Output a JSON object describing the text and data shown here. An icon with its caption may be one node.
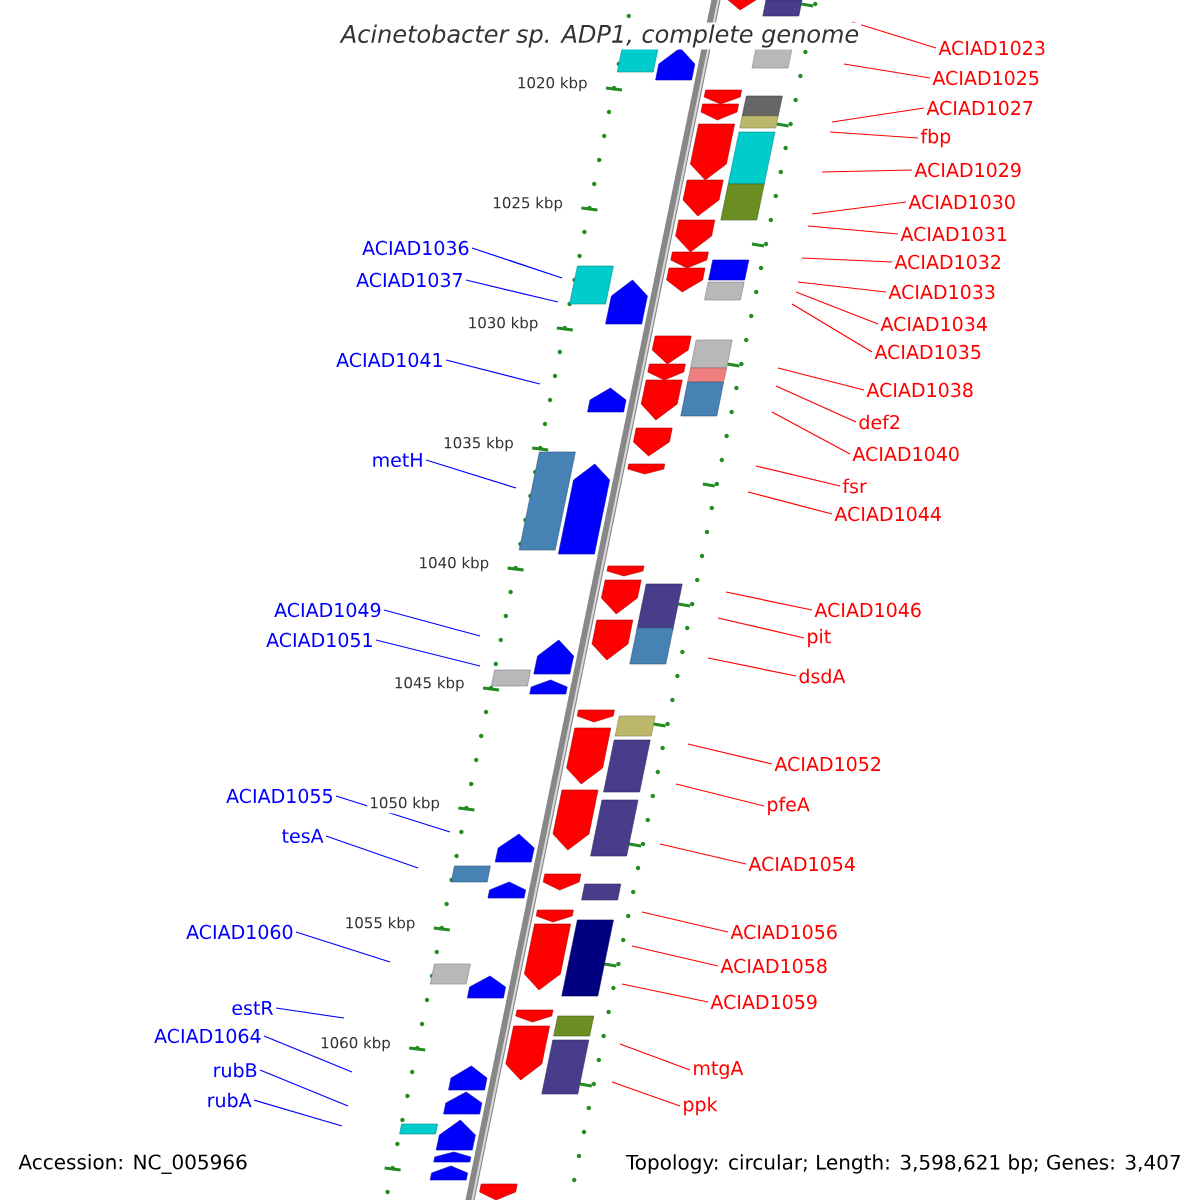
{
  "diagram": {
    "title": "Acinetobacter sp. ADP1, complete genome",
    "nodes": [
      {
        "text": [
          "ACIAD1023"
        ]
      },
      {
        "text": [
          "ACIAD1025"
        ]
      },
      {
        "text": [
          "ACIAD1027"
        ]
      },
      {
        "text": [
          "fbp"
        ]
      },
      {
        "text": [
          "ACIAD1029"
        ]
      },
      {
        "text": [
          "ACIAD1030"
        ]
      },
      {
        "text": [
          "ACIAD1031"
        ]
      },
      {
        "text": [
          "ACIAD1036"
        ]
      },
      {
        "text": [
          "ACIAD1032"
        ]
      },
      {
        "text": [
          "ACIAD1037"
        ]
      },
      {
        "text": [
          "ACIAD1033"
        ]
      },
      {
        "text": [
          "ACIAD1034"
        ]
      },
      {
        "text": [
          "ACIAD1035"
        ]
      },
      {
        "text": [
          "ACIAD1041"
        ]
      },
      {
        "text": [
          "ACIAD1038"
        ]
      },
      {
        "text": [
          "def2"
        ]
      },
      {
        "text": [
          "ACIAD1040"
        ]
      },
      {
        "text": [
          "metH"
        ]
      },
      {
        "text": [
          "fsr"
        ]
      },
      {
        "text": [
          "ACIAD1044"
        ]
      },
      {
        "text": [
          "ACIAD1046"
        ]
      },
      {
        "text": [
          "ACIAD1049"
        ]
      },
      {
        "text": [
          "pit"
        ]
      },
      {
        "text": [
          "ACIAD1051"
        ]
      },
      {
        "text": [
          "dsdA"
        ]
      },
      {
        "text": [
          "ACIAD1052"
        ]
      },
      {
        "text": [
          "ACIAD1055"
        ]
      },
      {
        "text": [
          "pfeA"
        ]
      },
      {
        "text": [
          "tesA"
        ]
      },
      {
        "text": [
          "ACIAD1054"
        ]
      },
      {
        "text": [
          "ACIAD1060"
        ]
      },
      {
        "text": [
          "ACIAD1056"
        ]
      },
      {
        "text": [
          "ACIAD1058"
        ]
      },
      {
        "text": [
          "ACIAD1059"
        ]
      },
      {
        "text": [
          "estR"
        ]
      },
      {
        "text": [
          "ACIAD1064"
        ]
      },
      {
        "text": [
          "mtgA"
        ]
      },
      {
        "text": [
          "rubB"
        ]
      },
      {
        "text": [
          "rubA"
        ]
      },
      {
        "text": [
          "ppk"
        ]
      }
    ],
    "edges": [
      {
        "from": 0,
        "to": null,
        "arrow": "none"
      },
      {
        "from": 1,
        "to": null,
        "arrow": "none"
      },
      {
        "from": 2,
        "to": null,
        "arrow": "none"
      },
      {
        "from": 3,
        "to": null,
        "arrow": "none"
      },
      {
        "from": 4,
        "to": null,
        "arrow": "none"
      },
      {
        "from": 5,
        "to": null,
        "arrow": "none"
      },
      {
        "from": 6,
        "to": null,
        "arrow": "none"
      },
      {
        "from": 7,
        "to": null,
        "arrow": "none",
        "color": "#0000ff"
      },
      {
        "from": 8,
        "to": null,
        "arrow": "none"
      },
      {
        "from": 9,
        "to": null,
        "arrow": "none",
        "color": "#0000ff"
      },
      {
        "from": 10,
        "to": null,
        "arrow": "none"
      },
      {
        "from": 11,
        "to": null,
        "arrow": "none"
      },
      {
        "from": 12,
        "to": null,
        "arrow": "none"
      },
      {
        "from": 13,
        "to": null,
        "arrow": "none",
        "color": "#0000ff"
      },
      {
        "from": 14,
        "to": null,
        "arrow": "none"
      },
      {
        "from": 15,
        "to": null,
        "arrow": "none"
      },
      {
        "from": 16,
        "to": null,
        "arrow": "none"
      },
      {
        "from": 17,
        "to": null,
        "arrow": "none",
        "color": "#0000ff"
      },
      {
        "from": 18,
        "to": null,
        "arrow": "none"
      },
      {
        "from": 19,
        "to": null,
        "arrow": "none"
      },
      {
        "from": 20,
        "to": null,
        "arrow": "none"
      },
      {
        "from": 21,
        "to": null,
        "arrow": "none",
        "color": "#0000ff"
      },
      {
        "from": 22,
        "to": null,
        "arrow": "none"
      },
      {
        "from": 23,
        "to": null,
        "arrow": "none",
        "color": "#0000ff"
      },
      {
        "from": 24,
        "to": null,
        "arrow": "none"
      },
      {
        "from": 25,
        "to": null,
        "arrow": "none"
      },
      {
        "from": 26,
        "to": null,
        "arrow": "none",
        "color": "#0000ff"
      },
      {
        "from": 27,
        "to": null,
        "arrow": "none"
      },
      {
        "from": 28,
        "to": null,
        "arrow": "none",
        "color": "#0000ff"
      },
      {
        "from": 29,
        "to": null,
        "arrow": "none"
      },
      {
        "from": 30,
        "to": null,
        "arrow": "none",
        "color": "#0000ff"
      },
      {
        "from": 31,
        "to": null,
        "arrow": "none"
      },
      {
        "from": 32,
        "to": null,
        "arrow": "none"
      },
      {
        "from": 33,
        "to": null,
        "arrow": "none"
      },
      {
        "from": 34,
        "to": null,
        "arrow": "none",
        "color": "#0000ff"
      },
      {
        "from": 35,
        "to": null,
        "arrow": "none",
        "color": "#0000ff"
      },
      {
        "from": 36,
        "to": null,
        "arrow": "none"
      },
      {
        "from": 37,
        "to": null,
        "arrow": "none",
        "color": "#0000ff"
      },
      {
        "from": 38,
        "to": null,
        "arrow": "none",
        "color": "#0000ff"
      },
      {
        "from": 39,
        "to": null,
        "arrow": "none"
      }
    ],
    "labels": [
      "1020 kbp",
      "1025 kbp",
      "1030 kbp",
      "1035 kbp",
      "1040 kbp",
      "1045 kbp",
      "1050 kbp",
      "1055 kbp",
      "1060 kbp",
      "Accession: NC_005966",
      "Topology: circular; Length: 3,598,621 bp; Genes: 3,407"
    ]
  }
}
